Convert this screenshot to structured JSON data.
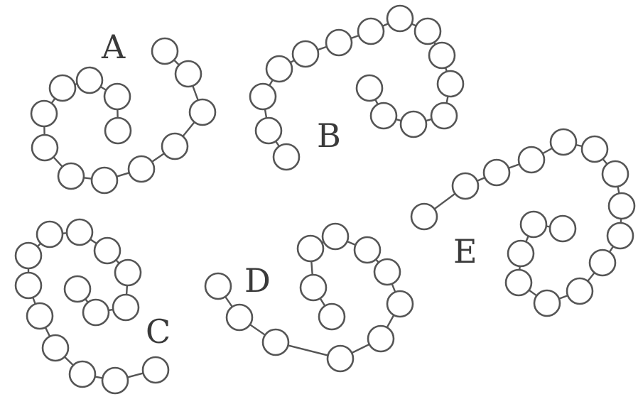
{
  "colors": {
    "stroke": "#555555",
    "fill": "#ffffff",
    "label": "#3a3a3a"
  },
  "chains": [
    {
      "label": "A"
    },
    {
      "label": "B"
    },
    {
      "label": "C"
    },
    {
      "label": "D"
    },
    {
      "label": "E"
    }
  ]
}
